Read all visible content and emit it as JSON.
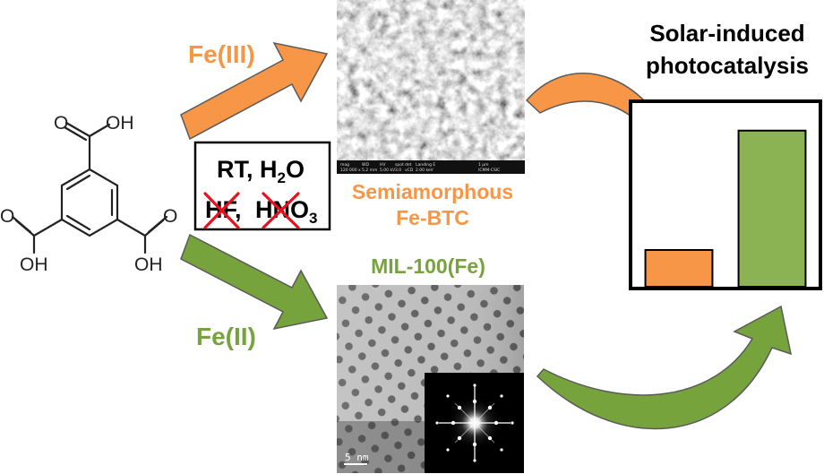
{
  "linker": {
    "oh_top": "OH",
    "o_top": "O",
    "o_left": "O",
    "oh_left": "OH",
    "o_right": "O",
    "oh_right": "OH"
  },
  "routes": {
    "fe3_label": "Fe(III)",
    "fe2_label": "Fe(II)",
    "fe3_color": "#f79646",
    "fe2_color": "#77a33c"
  },
  "conditions": {
    "line1_main": "RT, H",
    "line1_sub": "2",
    "line1_end": "O",
    "hf": "HF,",
    "hno3_main": "HNO",
    "hno3_sub": "3",
    "cross_color": "#e8101f"
  },
  "sem_image": {
    "footer_fields": [
      "mag",
      "WD",
      "HV",
      "spot",
      "det",
      "Landing E",
      "1 µm"
    ],
    "footer_values": [
      "120 000 x",
      "5.2 mm",
      "5.00 kV",
      "3.0",
      "vCD",
      "2.00 keV",
      "ICMM-CSIC"
    ]
  },
  "product_semi": {
    "line1": "Semiamorphous",
    "line2": "Fe-BTC"
  },
  "product_mil": {
    "label": "MIL-100(Fe)"
  },
  "tem_image": {
    "scale_bar": "5 nm"
  },
  "photocatalysis": {
    "title_line1": "Solar-induced",
    "title_line2": "photocatalysis"
  },
  "chart_data": {
    "type": "bar",
    "categories": [
      "Semiamorphous Fe-BTC",
      "MIL-100(Fe)"
    ],
    "values": [
      0.2,
      0.85
    ],
    "colors": [
      "#f79646",
      "#8bb354"
    ],
    "ylim": [
      0,
      1
    ],
    "title": "",
    "xlabel": "",
    "ylabel": "",
    "axes_shown": false,
    "grid": false
  }
}
